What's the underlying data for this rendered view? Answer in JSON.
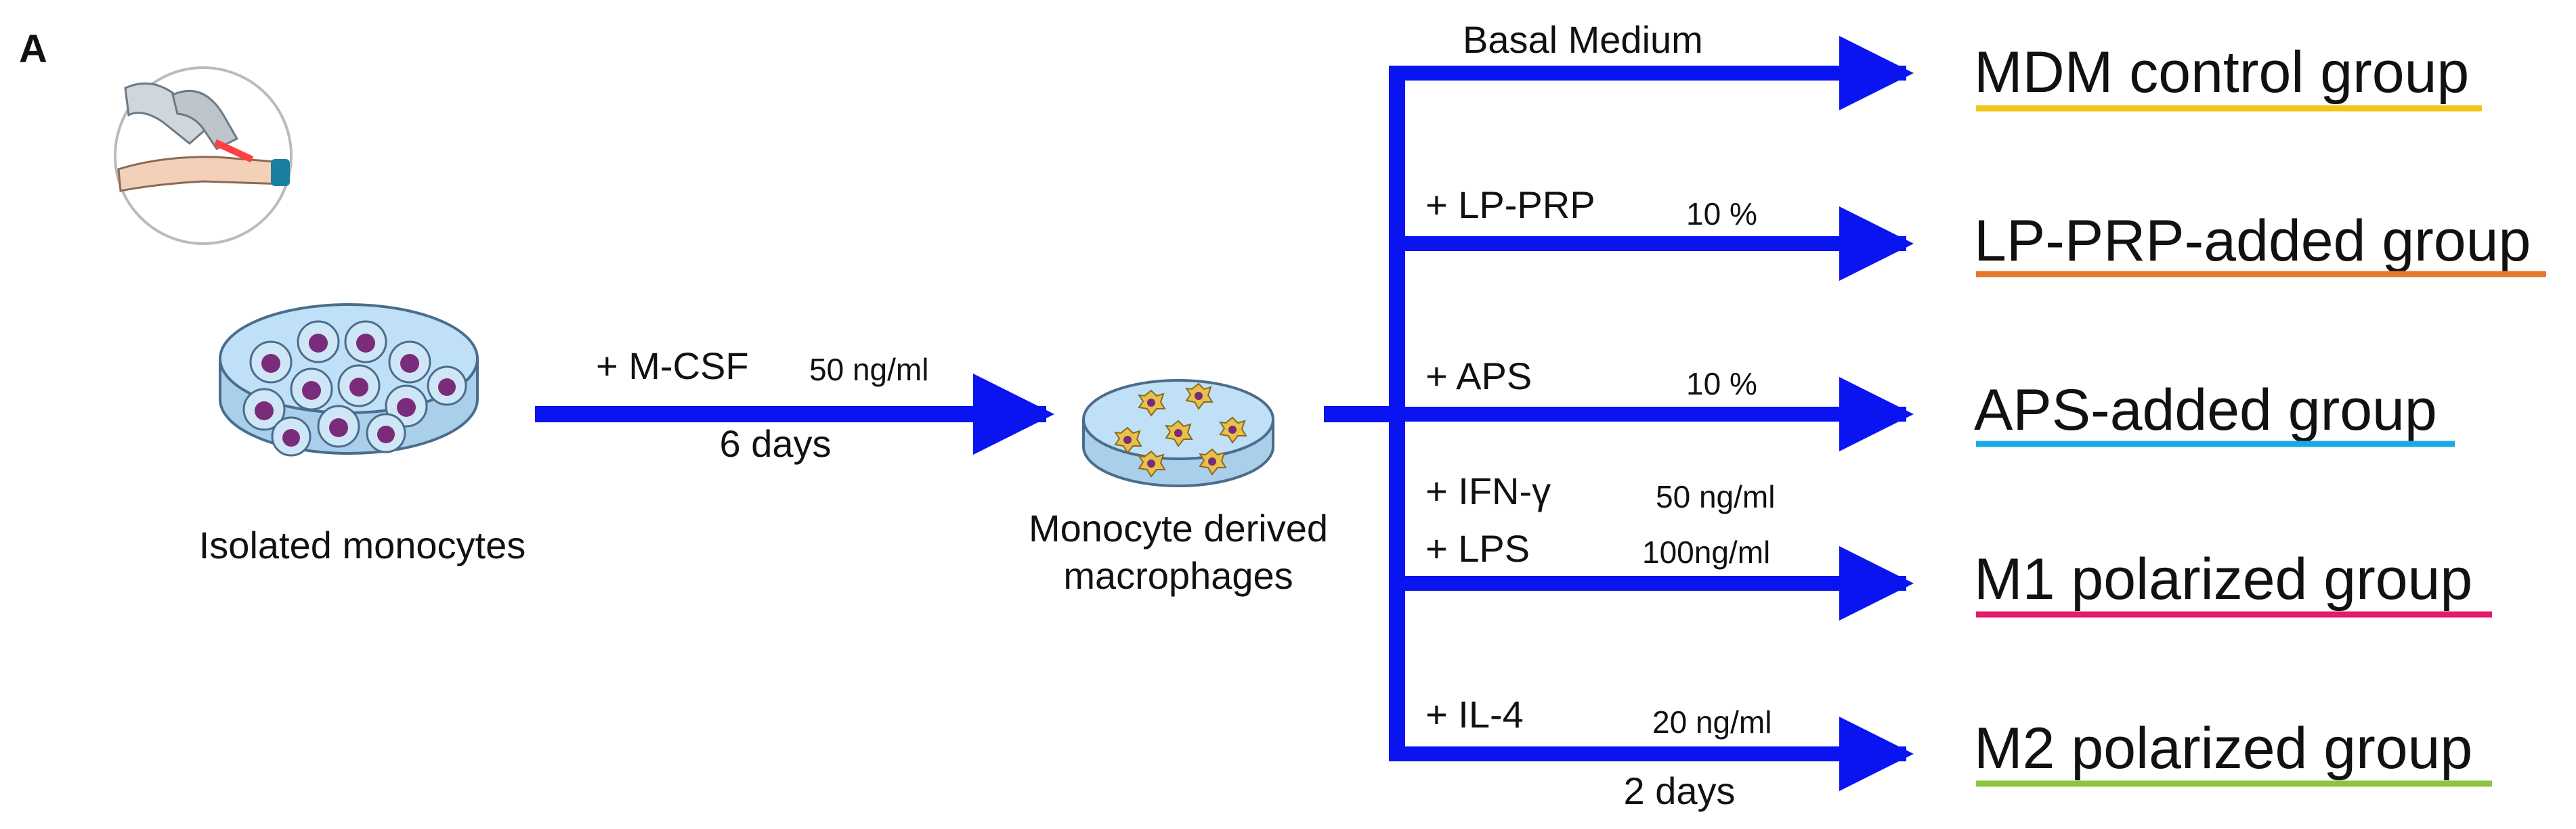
{
  "panel_label": "A",
  "colors": {
    "arrow": "#0a14f0",
    "dish_fill": "#bfe0f7",
    "dish_stroke": "#4a6d8c",
    "cell_fill": "#cfe6f7",
    "nucleus": "#7a2c7a",
    "macrophage": "#e8c14a"
  },
  "step1": {
    "source_label": "Isolated monocytes",
    "treatment": "+ M-CSF",
    "treatment_conc": "50 ng/ml",
    "duration": "6 days",
    "target_label_line1": "Monocyte derived",
    "target_label_line2": "macrophages"
  },
  "branches": [
    {
      "treatment": "Basal Medium",
      "conc": "",
      "group": "MDM control group",
      "underline": "#f5c518"
    },
    {
      "treatment": "+ LP-PRP",
      "conc": "10 %",
      "group": "LP-PRP-added group",
      "underline": "#e8772e"
    },
    {
      "treatment": "+ APS",
      "conc": "10 %",
      "group": "APS-added group",
      "underline": "#1ba9e6"
    },
    {
      "treatment": "+ IFN-γ",
      "conc": "50 ng/ml",
      "treatment2": "+ LPS",
      "conc2": "100ng/ml",
      "group": "M1 polarized group",
      "underline": "#e6196b"
    },
    {
      "treatment": "+ IL-4",
      "conc": "20 ng/ml",
      "group": "M2 polarized group",
      "underline": "#8cc63f"
    }
  ],
  "branch_duration": "2 days"
}
